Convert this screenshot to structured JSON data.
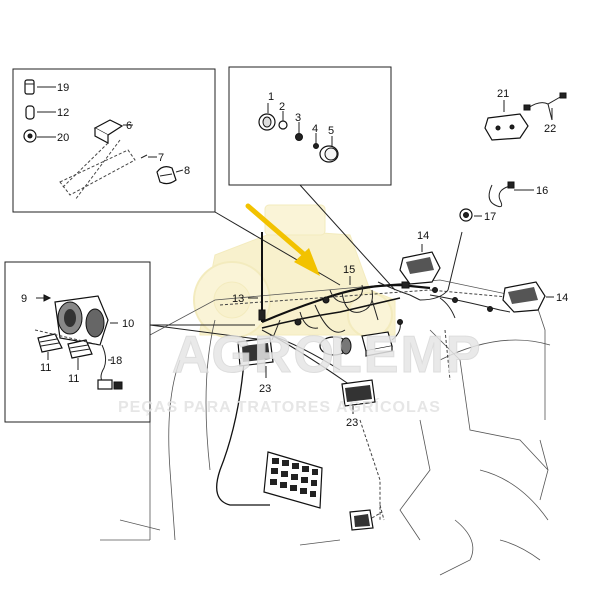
{
  "watermark": {
    "brand_left": "AGRO",
    "brand_right": "LEMP",
    "tagline": "PEÇAS PARA TRATORES AGRÍCOLAS"
  },
  "callouts": {
    "n1": "1",
    "n2": "2",
    "n3": "3",
    "n4": "4",
    "n5": "5",
    "n6": "6",
    "n7": "7",
    "n8": "8",
    "n9": "9",
    "n10": "10",
    "n11a": "11",
    "n11b": "11",
    "n12": "12",
    "n13": "13",
    "n14a": "14",
    "n14b": "14",
    "n15": "15",
    "n16": "16",
    "n17": "17",
    "n18": "18",
    "n19": "19",
    "n20": "20",
    "n21": "21",
    "n22": "22",
    "n23a": "23",
    "n23b": "23"
  },
  "colors": {
    "arrow": "#f2c200",
    "watermark_tractor": "#f3e7a6"
  }
}
